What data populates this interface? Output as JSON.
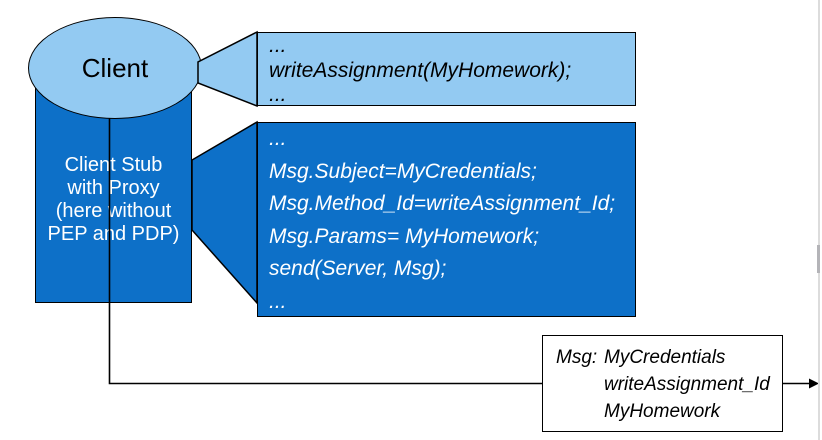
{
  "colors": {
    "light_blue": "#93CAF2",
    "dark_blue": "#0D70C8",
    "outline": "#000000",
    "scrollbar_track": "#dcdcdc",
    "scrollbar_thumb": "#b4b4b8"
  },
  "client": {
    "label": "Client"
  },
  "stub": {
    "lines": [
      "Client Stub",
      "with Proxy",
      "(here without",
      "PEP and PDP)"
    ]
  },
  "client_code_callout": {
    "lines": [
      "...",
      "writeAssignment(MyHomework);",
      "..."
    ]
  },
  "stub_code_callout": {
    "lines": [
      "...",
      "Msg.Subject=MyCredentials;",
      "Msg.Method_Id=writeAssignment_Id;",
      "Msg.Params= MyHomework;",
      "send(Server, Msg);",
      "..."
    ]
  },
  "message_box": {
    "label": "Msg:",
    "values": [
      "MyCredentials",
      "writeAssignment_Id",
      "MyHomework"
    ]
  }
}
